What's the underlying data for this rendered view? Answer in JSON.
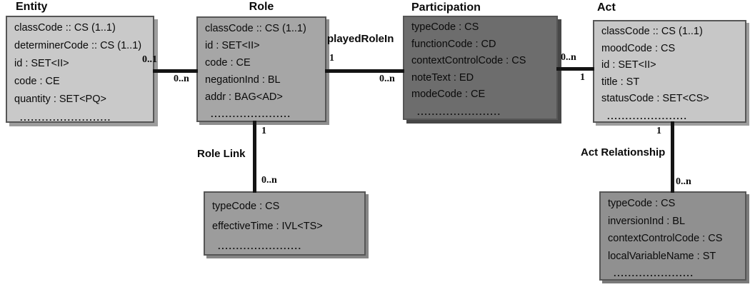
{
  "classes": {
    "entity": {
      "title": "Entity",
      "attributes": [
        "classCode :: CS (1..1)",
        "determinerCode :: CS (1..1)",
        "id : SET<II>",
        "code : CE",
        "quantity : SET<PQ>"
      ],
      "dots": "........................."
    },
    "role": {
      "title": "Role",
      "attributes": [
        "classCode :: CS (1..1)",
        "id : SET<II>",
        "code : CE",
        "negationInd : BL",
        "addr : BAG<AD>"
      ],
      "dots": "......................"
    },
    "participation": {
      "title": "Participation",
      "attributes": [
        "typeCode : CS",
        "functionCode : CD",
        "contextControlCode : CS",
        "noteText : ED",
        "modeCode : CE"
      ],
      "dots": "......................."
    },
    "act": {
      "title": "Act",
      "attributes": [
        "classCode :: CS (1..1)",
        "moodCode : CS",
        "id : SET<II>",
        "title : ST",
        "statusCode : SET<CS>"
      ],
      "dots": "......................"
    },
    "role_link": {
      "attributes": [
        "typeCode : CS",
        "effectiveTime : IVL<TS>"
      ],
      "dots": "......................."
    },
    "act_relationship": {
      "attributes": [
        "typeCode : CS",
        "inversionInd : BL",
        "contextControlCode : CS",
        "localVariableName : ST"
      ],
      "dots": "......................"
    }
  },
  "associations": {
    "entity_role": {
      "entity_end": "0..1",
      "role_end": "0..n"
    },
    "role_participation": {
      "label": "playedRoleIn",
      "role_end": "1",
      "participation_end": "0..n"
    },
    "participation_act": {
      "participation_end": "0..n",
      "act_end": "1"
    },
    "role_link": {
      "label": "Role Link",
      "role_end": "1",
      "link_end": "0..n"
    },
    "act_relationship": {
      "label": "Act Relationship",
      "act_end": "1",
      "relationship_end": "0..n"
    }
  },
  "colors": {
    "entity_fill": "#c9c9c9",
    "role_fill": "#a6a6a6",
    "participation_fill": "#6d6d6d",
    "act_fill": "#c7c7c7",
    "role_link_fill": "#9c9c9c",
    "act_relationship_fill": "#909090",
    "connector": "#141414",
    "text": "#000000"
  }
}
